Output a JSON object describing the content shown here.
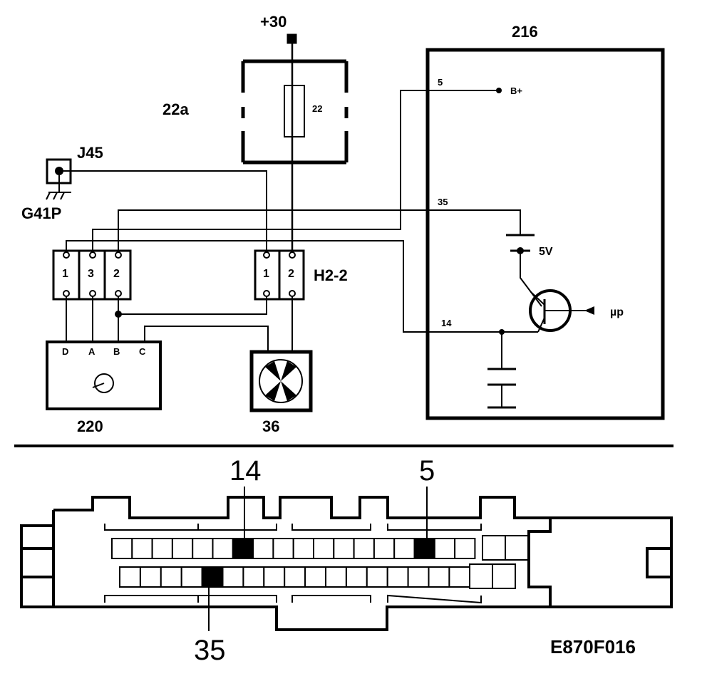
{
  "labels": {
    "supply": "+30",
    "fuse_box": "22a",
    "fuse": "22",
    "ecu": "216",
    "jack": "J45",
    "ground": "G41P",
    "connector_h": "H2-2",
    "sensor": "220",
    "fan": "36",
    "figure_code": "E870F016"
  },
  "ecu_pins": {
    "pin5": "5",
    "pin35": "35",
    "pin14": "14",
    "bplus": "B+",
    "five_v": "5V",
    "micro": "µp"
  },
  "connector_left_pins": [
    "1",
    "3",
    "2"
  ],
  "connector_right_pins": [
    "1",
    "2"
  ],
  "sensor_pins": [
    "D",
    "A",
    "B",
    "C"
  ],
  "ecu_connector_callouts": {
    "top_left": "14",
    "top_right": "5",
    "bottom": "35"
  }
}
